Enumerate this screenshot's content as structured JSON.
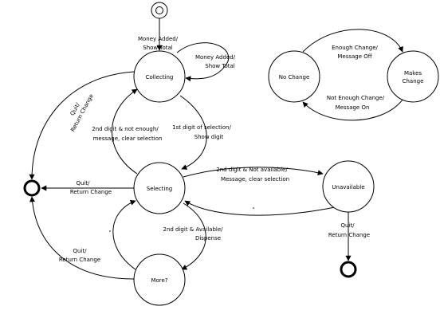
{
  "states": {
    "collecting": "Collecting",
    "selecting": "Selecting",
    "more": "More?",
    "unavailable": "Unavailable",
    "no_change": "No Change",
    "makes_change": [
      "Makes",
      "Change"
    ]
  },
  "transitions": {
    "start_collecting": [
      "Money Added/",
      "Show Total"
    ],
    "collecting_self": [
      "Money Added/",
      "Show Total"
    ],
    "collecting_quit": [
      "Quit/",
      "Return Change"
    ],
    "collecting_to_selecting": [
      "1st digit of selection/",
      "Show digit"
    ],
    "selecting_to_collecting": [
      "2nd digit & not enough/",
      "message, clear selection"
    ],
    "selecting_quit": [
      "Quit/",
      "Return Change"
    ],
    "selecting_to_unavailable": [
      "2nd digit & Not available/",
      "Message, clear selection"
    ],
    "selecting_to_more": [
      "2nd digit & Available/",
      "Dispense"
    ],
    "more_quit": [
      "Quit/",
      "Return Change"
    ],
    "unavailable_quit": [
      "Quit/",
      "Return Change"
    ],
    "nochange_to_makeschange": [
      "Enough Change/",
      "Message Off"
    ],
    "makeschange_to_nochange": [
      "Not Enough Change/",
      "Message On"
    ]
  }
}
